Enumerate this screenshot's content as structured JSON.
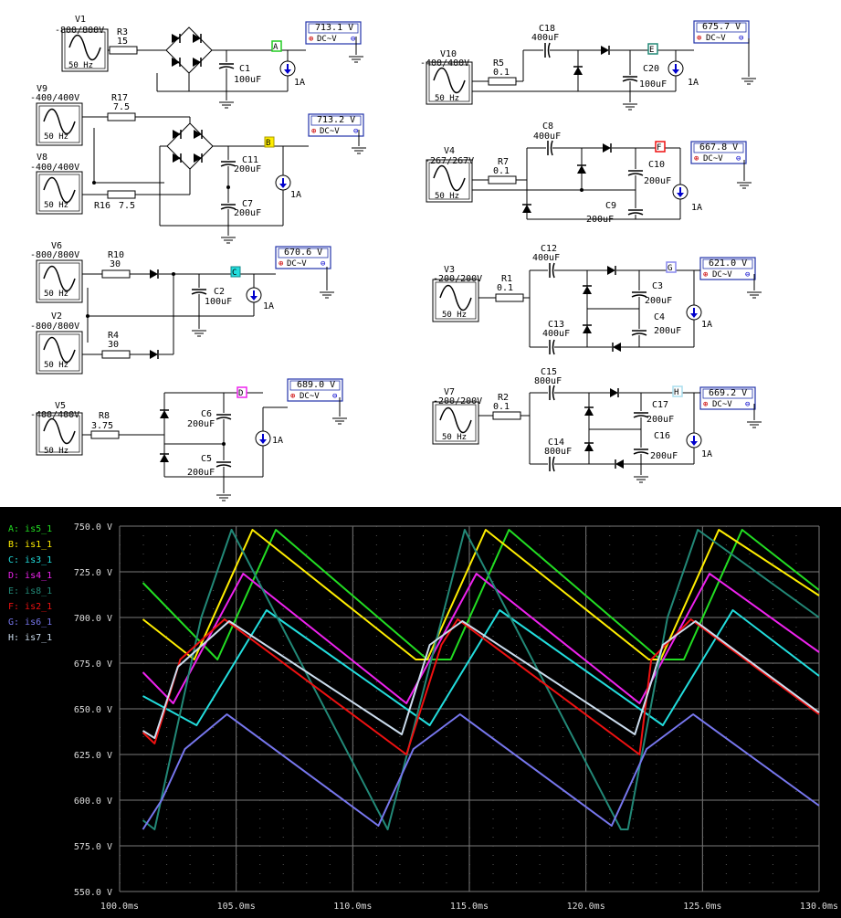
{
  "colors": {
    "A": "#22dd22",
    "B": "#ffee00",
    "C": "#22dddd",
    "D": "#ee22ee",
    "E": "#228877",
    "F": "#ee1111",
    "G": "#7777ee",
    "H": "#ccddee",
    "grid": "#7a7a7a",
    "meterBorder": "#2233aa",
    "wire": "#000000",
    "probeA": "#22cc22",
    "probeB": "#ffee00",
    "probeC": "#22dddd",
    "probeD": "#ee22ee",
    "probeE": "#228877",
    "probeF": "#ee1111",
    "probeG": "#8888ee",
    "probeH": "#aaddee"
  },
  "circuits": {
    "a": {
      "source": "V1",
      "src_volt": "-800/800V",
      "freq": "50 Hz",
      "resistor": "R3",
      "res_val": "15",
      "cap": "C1",
      "cap_val": "100uF",
      "current": "1A",
      "probe": "A",
      "meter": "713.1 V",
      "mode": "DC~V"
    },
    "b": {
      "source1": "V9",
      "src1_volt": "-400/400V",
      "freq1": "50 Hz",
      "source2": "V8",
      "src2_volt": "-400/400V",
      "freq2": "50 Hz",
      "r1": "R17",
      "r1_val": "7.5",
      "r2": "R16",
      "r2_val": "7.5",
      "c1": "C11",
      "c1_val": "200uF",
      "c2": "C7",
      "c2_val": "200uF",
      "current": "1A",
      "probe": "B",
      "meter": "713.2 V",
      "mode": "DC~V"
    },
    "c": {
      "source1": "V6",
      "src1_volt": "-800/800V",
      "freq1": "50 Hz",
      "source2": "V2",
      "src2_volt": "-800/800V",
      "freq2": "50 Hz",
      "r1": "R10",
      "r1_val": "30",
      "r2": "R4",
      "r2_val": "30",
      "cap": "C2",
      "cap_val": "100uF",
      "current": "1A",
      "probe": "C",
      "meter": "670.6 V",
      "mode": "DC~V"
    },
    "d": {
      "source": "V5",
      "src_volt": "-400/400V",
      "freq": "50 Hz",
      "resistor": "R8",
      "res_val": "3.75",
      "c1": "C6",
      "c1_val": "200uF",
      "c2": "C5",
      "c2_val": "200uF",
      "current": "1A",
      "probe": "D",
      "meter": "689.0 V",
      "mode": "DC~V"
    },
    "e": {
      "source": "V10",
      "src_volt": "-400/400V",
      "freq": "50 Hz",
      "resistor": "R5",
      "res_val": "0.1",
      "c1": "C18",
      "c1_val": "400uF",
      "c2": "C20",
      "c2_val": "100uF",
      "current": "1A",
      "probe": "E",
      "meter": "675.7 V",
      "mode": "DC~V"
    },
    "f": {
      "source": "V4",
      "src_volt": "-267/267V",
      "freq": "50 Hz",
      "resistor": "R7",
      "res_val": "0.1",
      "c1": "C8",
      "c1_val": "400uF",
      "c2": "C10",
      "c2_val": "200uF",
      "c3": "C9",
      "c3_val": "200uF",
      "current": "1A",
      "probe": "F",
      "meter": "667.8 V",
      "mode": "DC~V"
    },
    "g": {
      "source": "V3",
      "src_volt": "-200/200V",
      "freq": "50 Hz",
      "resistor": "R1",
      "res_val": "0.1",
      "c1": "C12",
      "c1_val": "400uF",
      "c2": "C3",
      "c2_val": "200uF",
      "c3": "C13",
      "c3_val": "400uF",
      "c4": "C4",
      "c4_val": "200uF",
      "current": "1A",
      "probe": "G",
      "meter": "621.0 V",
      "mode": "DC~V"
    },
    "h": {
      "source": "V7",
      "src_volt": "-200/200V",
      "freq": "50 Hz",
      "resistor": "R2",
      "res_val": "0.1",
      "c1": "C15",
      "c1_val": "800uF",
      "c2": "C17",
      "c2_val": "200uF",
      "c3": "C14",
      "c3_val": "800uF",
      "c4": "C16",
      "c4_val": "200uF",
      "current": "1A",
      "probe": "H",
      "meter": "669.2 V",
      "mode": "DC~V"
    }
  },
  "legend": [
    {
      "label": "A: is5_1",
      "color": "#22dd22"
    },
    {
      "label": "B: is1_1",
      "color": "#ffee00"
    },
    {
      "label": "C: is3_1",
      "color": "#22dddd"
    },
    {
      "label": "D: is4_1",
      "color": "#ee22ee"
    },
    {
      "label": "E: is8_1",
      "color": "#228877"
    },
    {
      "label": "F: is2_1",
      "color": "#ee1111"
    },
    {
      "label": "G: is6_1",
      "color": "#7777ee"
    },
    {
      "label": "H: is7_1",
      "color": "#ccddee"
    }
  ],
  "chart_data": {
    "type": "line",
    "xlim": [
      100,
      130
    ],
    "ylim": [
      550,
      750
    ],
    "xticks": [
      "100.0ms",
      "105.0ms",
      "110.0ms",
      "115.0ms",
      "120.0ms",
      "125.0ms",
      "130.0ms"
    ],
    "yticks": [
      "750.0 V",
      "725.0 V",
      "700.0 V",
      "675.0 V",
      "650.0 V",
      "625.0 V",
      "600.0 V",
      "575.0 V",
      "550.0 V"
    ],
    "grid": true,
    "legend_position": "left",
    "series": [
      {
        "name": "A: is5_1",
        "color": "#22dd22",
        "x": [
          101,
          104.2,
          106.7,
          113.2,
          114.2,
          116.7,
          123.2,
          124.2,
          126.7,
          130
        ],
        "y": [
          719,
          677,
          748,
          677,
          677,
          748,
          677,
          677,
          748,
          715
        ]
      },
      {
        "name": "B: is1_1",
        "color": "#ffee00",
        "x": [
          101,
          103.2,
          105.7,
          112.7,
          113.2,
          115.7,
          122.7,
          123.2,
          125.7,
          130
        ],
        "y": [
          699,
          677,
          748,
          677,
          677,
          748,
          677,
          677,
          748,
          712
        ]
      },
      {
        "name": "C: is3_1",
        "color": "#22dddd",
        "x": [
          101,
          103.3,
          106.3,
          113.3,
          116.3,
          123.3,
          126.3,
          130
        ],
        "y": [
          657,
          641,
          704,
          641,
          704,
          641,
          704,
          668
        ]
      },
      {
        "name": "D: is4_1",
        "color": "#ee22ee",
        "x": [
          101,
          102.3,
          105.3,
          112.3,
          115.3,
          122.3,
          125.3,
          130
        ],
        "y": [
          670,
          653,
          724,
          653,
          724,
          653,
          724,
          681
        ]
      },
      {
        "name": "E: is8_1",
        "color": "#228877",
        "x": [
          101,
          101.5,
          103.5,
          104.8,
          111.5,
          114.8,
          121.5,
          121.8,
          123.5,
          124.8,
          130
        ],
        "y": [
          589,
          584,
          700,
          748,
          584,
          748,
          584,
          584,
          700,
          748,
          700
        ]
      },
      {
        "name": "F: is2_1",
        "color": "#ee1111",
        "x": [
          101,
          101.5,
          102.6,
          104.5,
          112.3,
          113.8,
          114.5,
          122.3,
          122.8,
          124.5,
          130
        ],
        "y": [
          637,
          631,
          677,
          699,
          625,
          685,
          699,
          625,
          677,
          699,
          647
        ]
      },
      {
        "name": "G: is6_1",
        "color": "#7777ee",
        "x": [
          101,
          101.8,
          102.8,
          104.6,
          111.1,
          112.6,
          114.6,
          121.1,
          122.6,
          124.6,
          130
        ],
        "y": [
          584,
          600,
          628,
          647,
          586,
          628,
          647,
          586,
          628,
          647,
          597
        ]
      },
      {
        "name": "H: is7_1",
        "color": "#ccddee",
        "x": [
          101,
          101.5,
          102.5,
          104.7,
          112.1,
          113.3,
          114.7,
          122.1,
          123.3,
          124.7,
          130
        ],
        "y": [
          638,
          634,
          673,
          698,
          636,
          685,
          698,
          636,
          685,
          698,
          648
        ]
      }
    ]
  }
}
